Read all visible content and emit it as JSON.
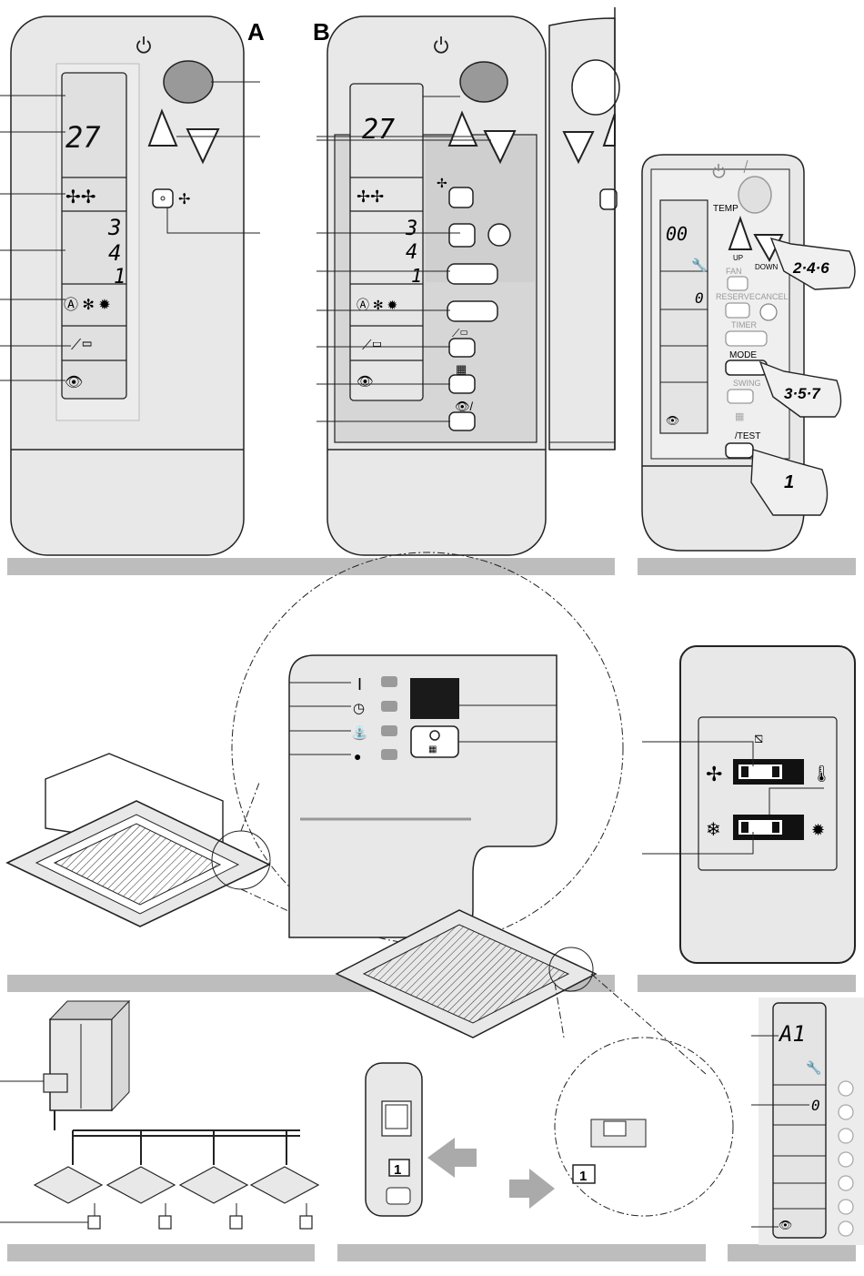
{
  "panel_labels": {
    "a": "A",
    "b": "B"
  },
  "remote_a": {
    "display_temp": "27",
    "timer_on_hours": "3",
    "timer_off_hours": "4",
    "timer_off2_hours": "1"
  },
  "remote_b": {
    "display_temp": "27",
    "timer_on_hours": "3",
    "timer_off_hours": "4",
    "timer_off2_hours": "1"
  },
  "remote_c": {
    "temp_label": "TEMP",
    "display_code": "00",
    "display_unit": "0",
    "up_label": "UP",
    "down_label": "DOWN",
    "fan_label": "FAN",
    "reserve_label": "RESERVE",
    "cancel_label": "CANCEL",
    "timer_label": "TIMER",
    "mode_label": "MODE",
    "swing_label": "SWING",
    "test_label": "/TEST",
    "step_down": "2·4·6",
    "step_mode": "3·5·7",
    "step_test": "1"
  },
  "unit_panel": {
    "indicator_on": "I"
  },
  "remote_d": {
    "display_code": "A1",
    "display_unit": "0"
  },
  "address_label": "1",
  "colors": {
    "panel_gray": "#e6e6e6",
    "stroke": "#1a1a1a",
    "caption_bar": "#bdbdbd",
    "led": "#9a9a9a"
  }
}
